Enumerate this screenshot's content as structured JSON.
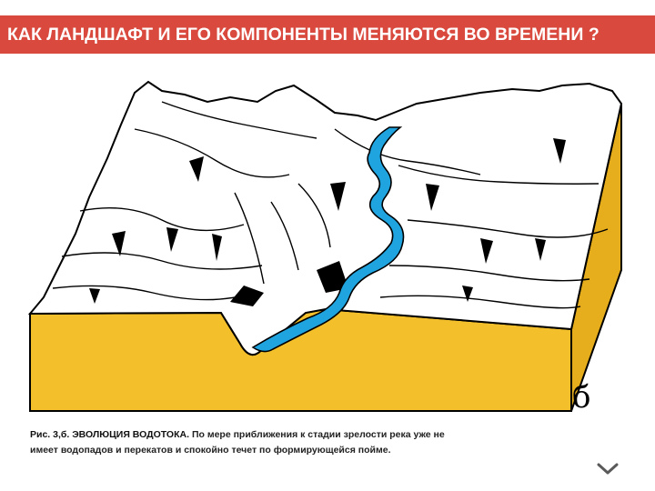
{
  "header": {
    "title": "КАК ЛАНДШАФТ И ЕГО КОМПОНЕНТЫ МЕНЯЮТСЯ ВО ВРЕМЕНИ ?",
    "accent_color": "#d9493d"
  },
  "figure": {
    "panel_letter": "б",
    "caption_lead": "Рис. 3,б. ЭВОЛЮЦИЯ ВОДОТОКА.",
    "caption_body": "По мере приближения к стадии зрелости река уже не имеет водопадов и перекатов и спокойно течет по формирующейся пойме.",
    "colors": {
      "soil": "#f3bf2a",
      "soil_dark": "#d49a12",
      "river": "#1fa4e0",
      "terrain": "#ffffff",
      "ink": "#000000"
    }
  },
  "navigation": {
    "next_icon": "chevron-down-icon"
  }
}
